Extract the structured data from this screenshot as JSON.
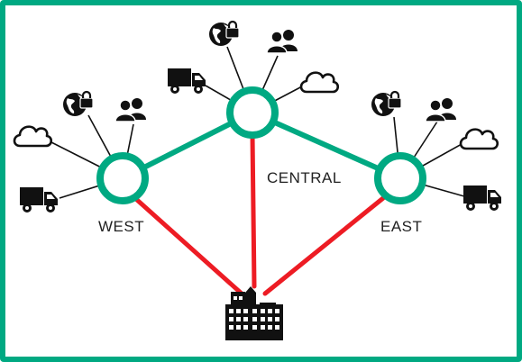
{
  "colors": {
    "frame": "#00a982",
    "hub": "#00a982",
    "uplink": "#ed1c24",
    "spoke": "#111111",
    "icon": "#111111"
  },
  "hubs": {
    "west": {
      "label": "WEST"
    },
    "central": {
      "label": "CENTRAL"
    },
    "east": {
      "label": "EAST"
    }
  },
  "headquarters": {
    "icon": "office-building-icon"
  },
  "spoke_icons": {
    "west": [
      "cloud-icon",
      "globe-lock-icon",
      "users-icon",
      "truck-icon"
    ],
    "central": [
      "truck-icon",
      "globe-lock-icon",
      "users-icon",
      "cloud-icon"
    ],
    "east": [
      "globe-lock-icon",
      "users-icon",
      "cloud-icon",
      "truck-icon"
    ]
  }
}
